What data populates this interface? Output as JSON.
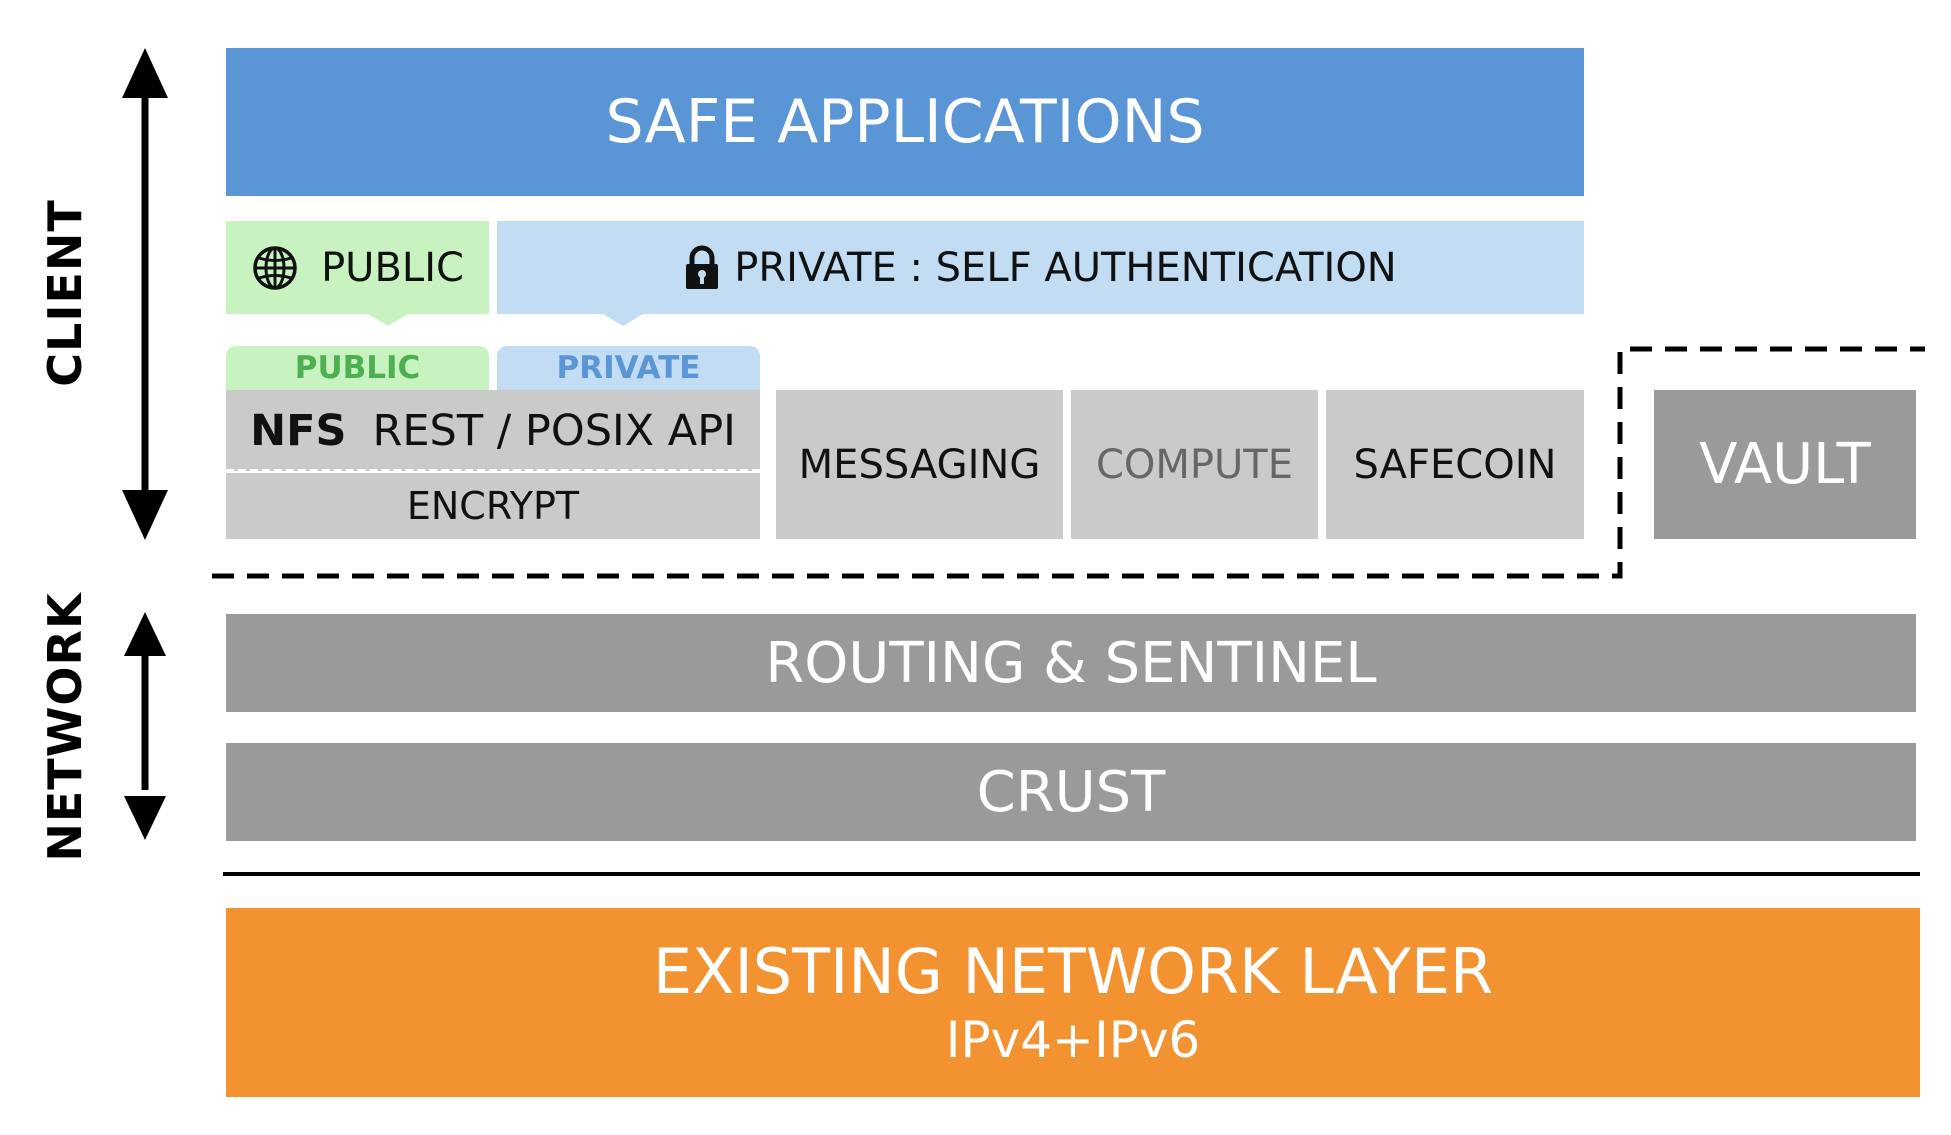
{
  "side_labels": {
    "client": "CLIENT",
    "network": "NETWORK"
  },
  "layers": {
    "safe_applications": "SAFE APPLICATIONS",
    "public": "PUBLIC",
    "private_self_auth": "PRIVATE : SELF AUTHENTICATION",
    "public_tab": "PUBLIC",
    "private_tab": "PRIVATE",
    "nfs": "NFS",
    "rest_posix": "REST / POSIX API",
    "encrypt": "ENCRYPT",
    "messaging": "MESSAGING",
    "compute": "COMPUTE",
    "safecoin": "SAFECOIN",
    "vault": "VAULT",
    "routing": "ROUTING & SENTINEL",
    "crust": "CRUST",
    "existing_network": "EXISTING NETWORK LAYER",
    "ip_versions": "IPv4+IPv6"
  },
  "icons": {
    "public": "globe-icon",
    "private": "lock-icon"
  },
  "colors": {
    "blue": "#5a95d5",
    "light_blue": "#c2dcf3",
    "light_green": "#c8f2c0",
    "green_text": "#4caf50",
    "blue_text": "#5a95d5",
    "light_gray": "#cacaca",
    "dark_gray": "#9a9a9a",
    "orange": "#f39230"
  }
}
